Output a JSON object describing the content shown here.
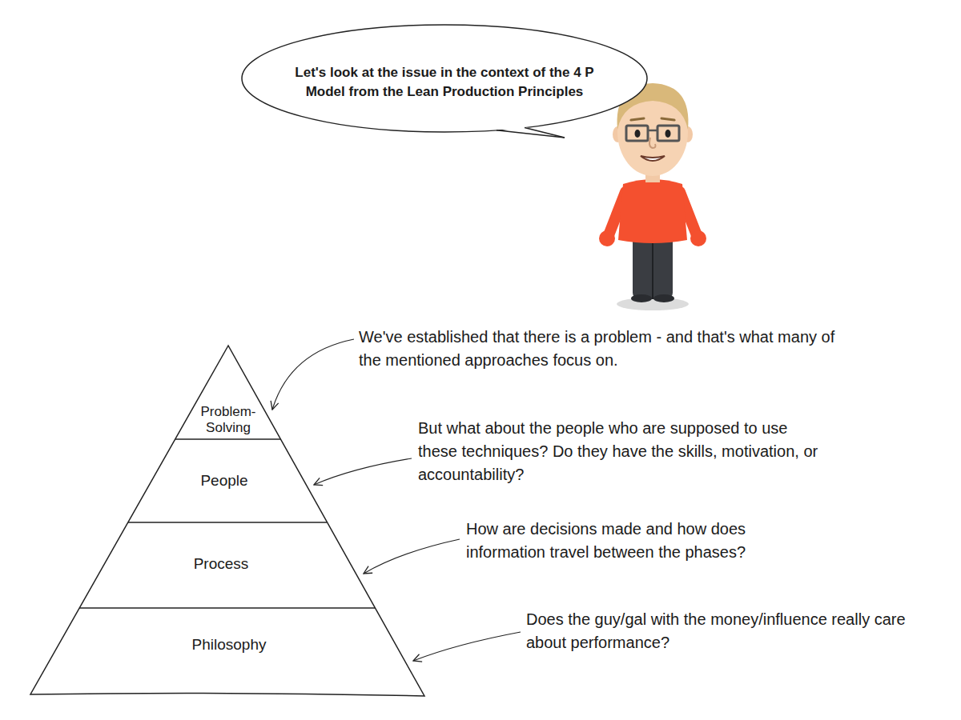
{
  "diagram": {
    "nodes": [
      {
        "text": [
          "Let's look at the issue in the context of the 4 P Model from the Lean Production Principles"
        ]
      },
      {
        "text": [
          "Problem-Solving"
        ]
      },
      {
        "text": [
          "People"
        ]
      },
      {
        "text": [
          "Process"
        ]
      },
      {
        "text": [
          "Philosophy"
        ]
      }
    ],
    "labels": [
      "We've established that there is a problem - and that's what many of the mentioned approaches focus on.",
      "But what about the people who are supposed to use these techniques? Do they have the skills, motivation, or accountability?",
      "How are decisions made and how does information travel between the phases?",
      "Does the guy/gal with the money/influence really care about performance?"
    ]
  }
}
